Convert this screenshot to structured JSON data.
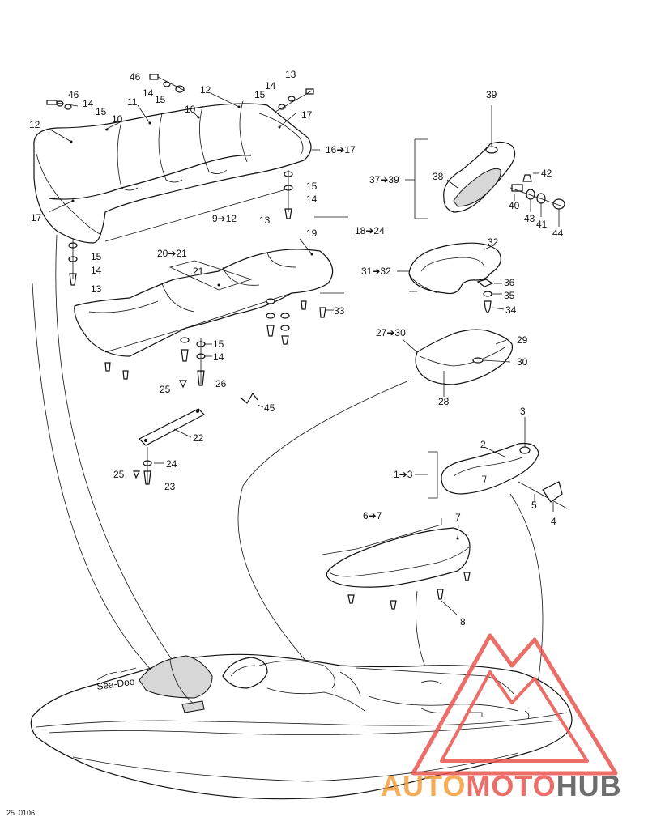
{
  "labels": {
    "l46": "46",
    "l14a": "14",
    "l15a": "15",
    "l46b": "46",
    "l14b": "14",
    "l15b": "15",
    "l12a": "12",
    "l11": "11",
    "l10a": "10",
    "l10b": "10",
    "l12b": "12",
    "l13a": "13",
    "l14c": "14",
    "l15c": "15",
    "l17a": "17",
    "l16_17": "16➔17",
    "l15d": "15",
    "l14d": "14",
    "l13b": "13",
    "l9_12": "9➔12",
    "l17b": "17",
    "l15e": "15",
    "l14e": "14",
    "l13c": "13",
    "l18_24": "18➔24",
    "l19": "19",
    "l20_21": "20➔21",
    "l21": "21",
    "l33": "33",
    "l15f": "15",
    "l14f": "14",
    "l25a": "25",
    "l26": "26",
    "l45": "45",
    "l22": "22",
    "l24": "24",
    "l25b": "25",
    "l23": "23",
    "l39": "39",
    "l37_39": "37➔39",
    "l38": "38",
    "l42": "42",
    "l40": "40",
    "l43": "43",
    "l41": "41",
    "l44": "44",
    "l32": "32",
    "l31_32": "31➔32",
    "l36": "36",
    "l35": "35",
    "l34": "34",
    "l27_30": "27➔30",
    "l29": "29",
    "l30": "30",
    "l28": "28",
    "l3": "3",
    "l2": "2",
    "l1_3": "1➔3",
    "l5": "5",
    "l4": "4",
    "l6_7": "6➔7",
    "l7": "7",
    "l8": "8"
  },
  "hull_decal": "Sea-Doo",
  "drawing_code": "25..0106",
  "watermark": {
    "part1": "AUTO",
    "part2": "MOTO",
    "part3": "HUB",
    "color_red": "#e8554e",
    "color_orange": "#f4a03a",
    "color_gray": "#555555"
  }
}
